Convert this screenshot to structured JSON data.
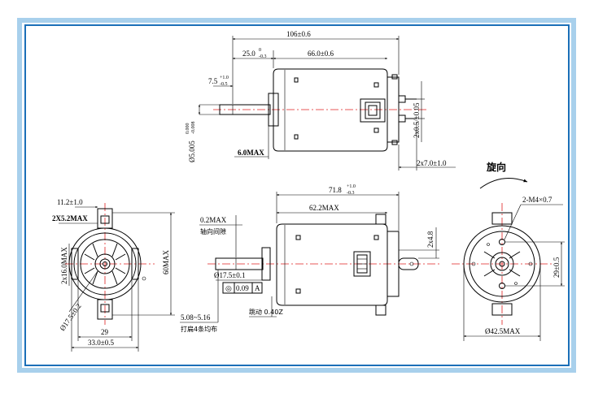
{
  "colors": {
    "frame_outer": "#a8d0ec",
    "frame_inner": "#1b6fb8",
    "centerline": "#e02020"
  },
  "top_view": {
    "overall_length": "106±0.6",
    "shaft_length": "25.0",
    "shaft_length_tol_upper": "0",
    "shaft_length_tol_lower": "-0.3",
    "body_length": "66.0±0.6",
    "shaft_flat": "7.5",
    "shaft_flat_tol_upper": "+1.0",
    "shaft_flat_tol_lower": "-0.5",
    "shaft_diameter": "Ø5.005",
    "shaft_diameter_tol_upper": "0.000",
    "shaft_diameter_tol_lower": "-0.008",
    "boss": "6.0MAX",
    "terminal_spacing": "2x0.5/±0.05",
    "terminal_length": "2x7.0±1.0"
  },
  "front_view": {
    "top_offset": "11.2±1.0",
    "side_protrusion": "2X5.2MAX",
    "slot_width": "2x16.0MAX",
    "height": "60MAX",
    "hole_diameter": "Ø17.5±0.2",
    "inner_width": "29",
    "outer_width": "33.0±0.5"
  },
  "side_view": {
    "body_length": "71.8",
    "body_length_tol_upper": "+1.0",
    "body_length_tol_lower": "-0.3",
    "length_b": "62.2MAX",
    "endplay": "0.2MAX",
    "endplay_label": "轴向间隙",
    "terminal": "2x4.8",
    "pilot_diameter": "Ø17.5±0.1",
    "flatness_symbol": "◎",
    "flatness_value": "0.09",
    "flatness_datum": "A",
    "runout": "跳动 0.40Z",
    "range": "5.08~5.16",
    "range_label": "打扁4条均布"
  },
  "rear_view": {
    "rotation_label": "旋向",
    "screw_holes": "2-M4×0.7",
    "hole_spacing": "29±0.5",
    "diameter": "Ø42.5MAX"
  }
}
